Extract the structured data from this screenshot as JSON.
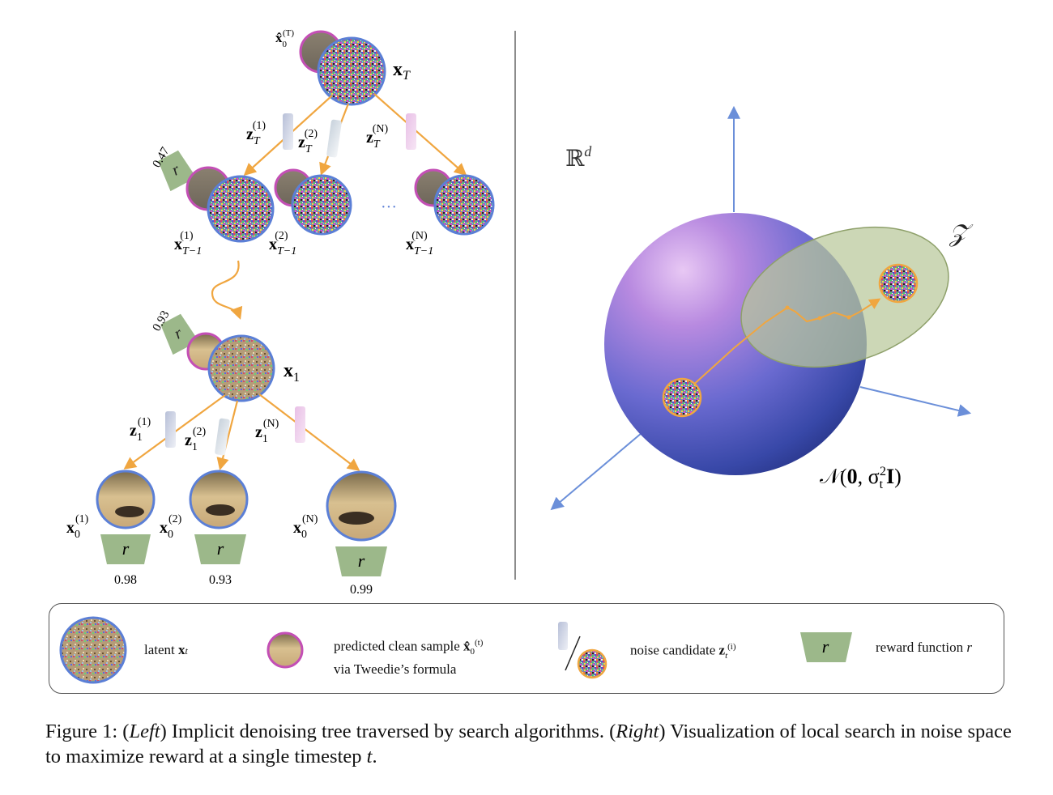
{
  "figure": {
    "left_panel": {
      "root_latent_label": "x_T",
      "root_pred_label": "x̂_0^(T)",
      "noise_labels_T": [
        "z_T^(1)",
        "z_T^(2)",
        "z_T^(N)"
      ],
      "children_T_minus_1": [
        "x_{T-1}^(1)",
        "x_{T-1}^(2)",
        "x_{T-1}^(N)"
      ],
      "ellipsis": "···",
      "reward_scores_intermediate": [
        "0.47",
        "0.93"
      ],
      "x1_label": "x_1",
      "noise_labels_1": [
        "z_1^(1)",
        "z_1^(2)",
        "z_1^(N)"
      ],
      "leaf_labels": [
        "x_0^(1)",
        "x_0^(2)",
        "x_0^(N)"
      ],
      "reward_symbol": "r",
      "leaf_rewards": [
        "0.98",
        "0.93",
        "0.99"
      ]
    },
    "right_panel": {
      "space_label": "ℝ^d",
      "region_label": "𝒵",
      "sphere_label": "𝒩(0, σ_t² I)"
    },
    "legend": {
      "latent": "latent x_t",
      "predicted_line1": "predicted clean sample x̂_0^(t)",
      "predicted_line2": "via Tweedie's formula",
      "noise": "noise candidate z_t^(i)",
      "reward": "reward function r"
    },
    "caption": {
      "prefix": "Figure 1:",
      "left_tag": "Left",
      "text1": "Implicit denoising tree traversed by search algorithms.",
      "right_tag": "Right",
      "text2": "Visualization of local search in noise space to maximize reward at a single timestep t."
    },
    "colors": {
      "latent_border": "#5b7fd6",
      "pred_border": "#c34fb5",
      "arrow_orange": "#f0a640",
      "axis_blue": "#6b8fd9",
      "reward_green": "#9cb88a",
      "sphere_top": "#c090e0",
      "sphere_bottom": "#3a4aa6",
      "ellipse_fill": "#b8c89a"
    }
  }
}
